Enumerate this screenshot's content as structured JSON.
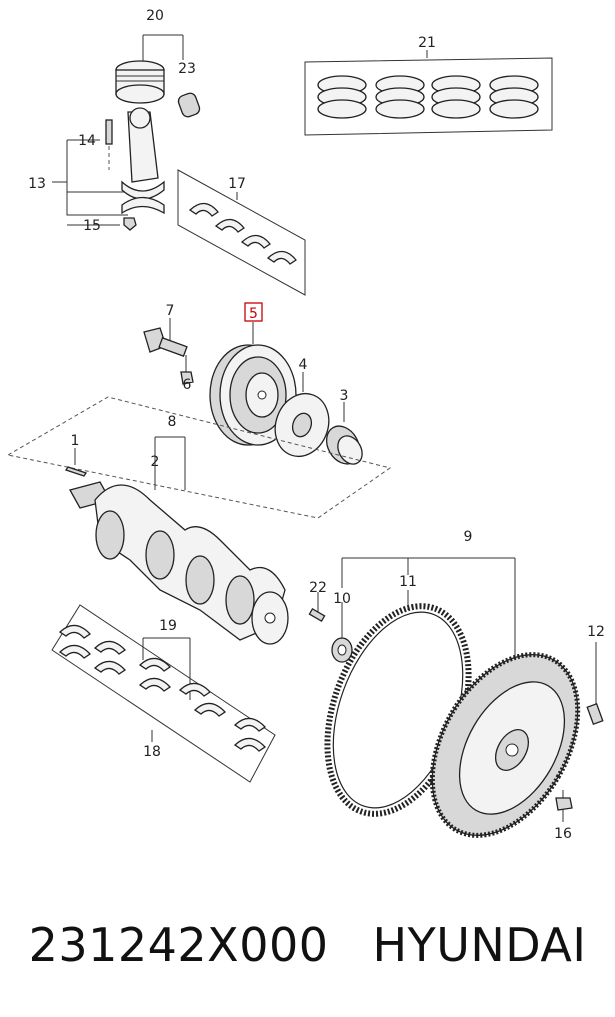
{
  "diagram": {
    "callouts": {
      "c1": "1",
      "c2": "2",
      "c3": "3",
      "c4": "4",
      "c5": "5",
      "c6": "6",
      "c7": "7",
      "c8": "8",
      "c9": "9",
      "c10": "10",
      "c11": "11",
      "c12": "12",
      "c13": "13",
      "c14": "14",
      "c15": "15",
      "c16": "16",
      "c17": "17",
      "c18": "18",
      "c19": "19",
      "c20": "20",
      "c21": "21",
      "c22": "22",
      "c23": "23"
    },
    "highlight_color": "#cc0000"
  },
  "caption": {
    "part_number": "231242X000",
    "brand": "HYUNDAI"
  }
}
